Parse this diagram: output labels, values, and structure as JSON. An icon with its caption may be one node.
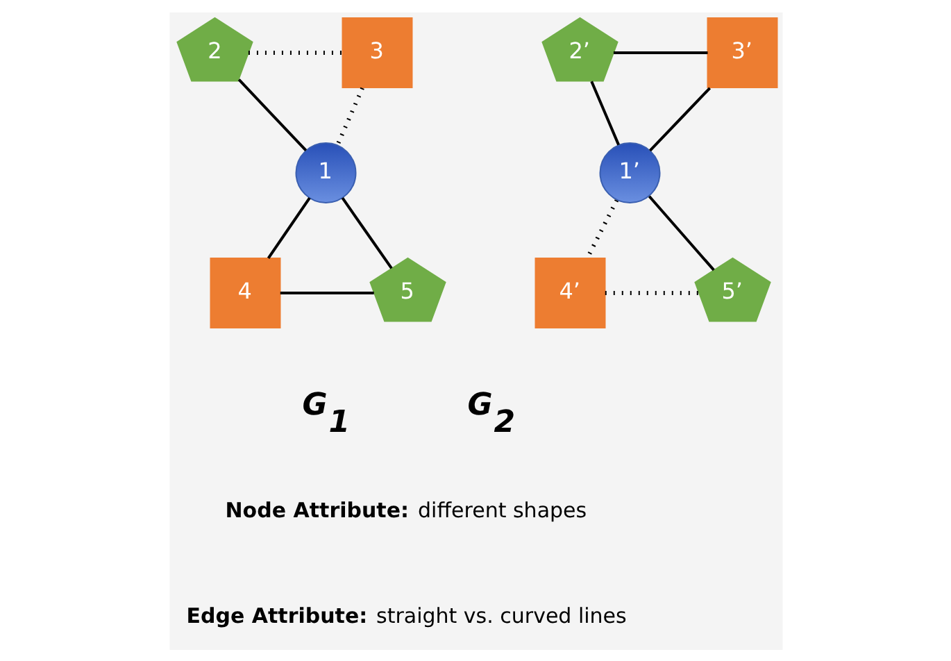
{
  "diagram": {
    "nodes": [
      {
        "text": [
          "1"
        ]
      },
      {
        "text": [
          "2"
        ]
      },
      {
        "text": [
          "3"
        ]
      },
      {
        "text": [
          "4"
        ]
      },
      {
        "text": [
          "5"
        ]
      },
      {
        "text": [
          "1’"
        ]
      },
      {
        "text": [
          "2’"
        ]
      },
      {
        "text": [
          "3’"
        ]
      },
      {
        "text": [
          "4’"
        ]
      },
      {
        "text": [
          "5’"
        ]
      }
    ],
    "edges": [
      {
        "from": 1,
        "to": 2,
        "arrow": "none",
        "style": "dashed"
      },
      {
        "from": 1,
        "to": 0,
        "arrow": "none"
      },
      {
        "from": 2,
        "to": 0,
        "arrow": "none",
        "style": "dashed"
      },
      {
        "from": 0,
        "to": 3,
        "arrow": "none"
      },
      {
        "from": 0,
        "to": 4,
        "arrow": "none"
      },
      {
        "from": 3,
        "to": 4,
        "arrow": "none"
      },
      {
        "from": 6,
        "to": 7,
        "arrow": "none"
      },
      {
        "from": 6,
        "to": 5,
        "arrow": "none"
      },
      {
        "from": 7,
        "to": 5,
        "arrow": "none"
      },
      {
        "from": 5,
        "to": 8,
        "arrow": "none",
        "style": "dashed"
      },
      {
        "from": 5,
        "to": 9,
        "arrow": "none"
      },
      {
        "from": 8,
        "to": 9,
        "arrow": "none",
        "style": "dashed"
      }
    ],
    "labels": [
      "G$_{1}$",
      "G$_{2}$",
      "**Node Attribute:** different shapes",
      "**Edge Attribute:** straight vs. curved lines"
    ]
  }
}
